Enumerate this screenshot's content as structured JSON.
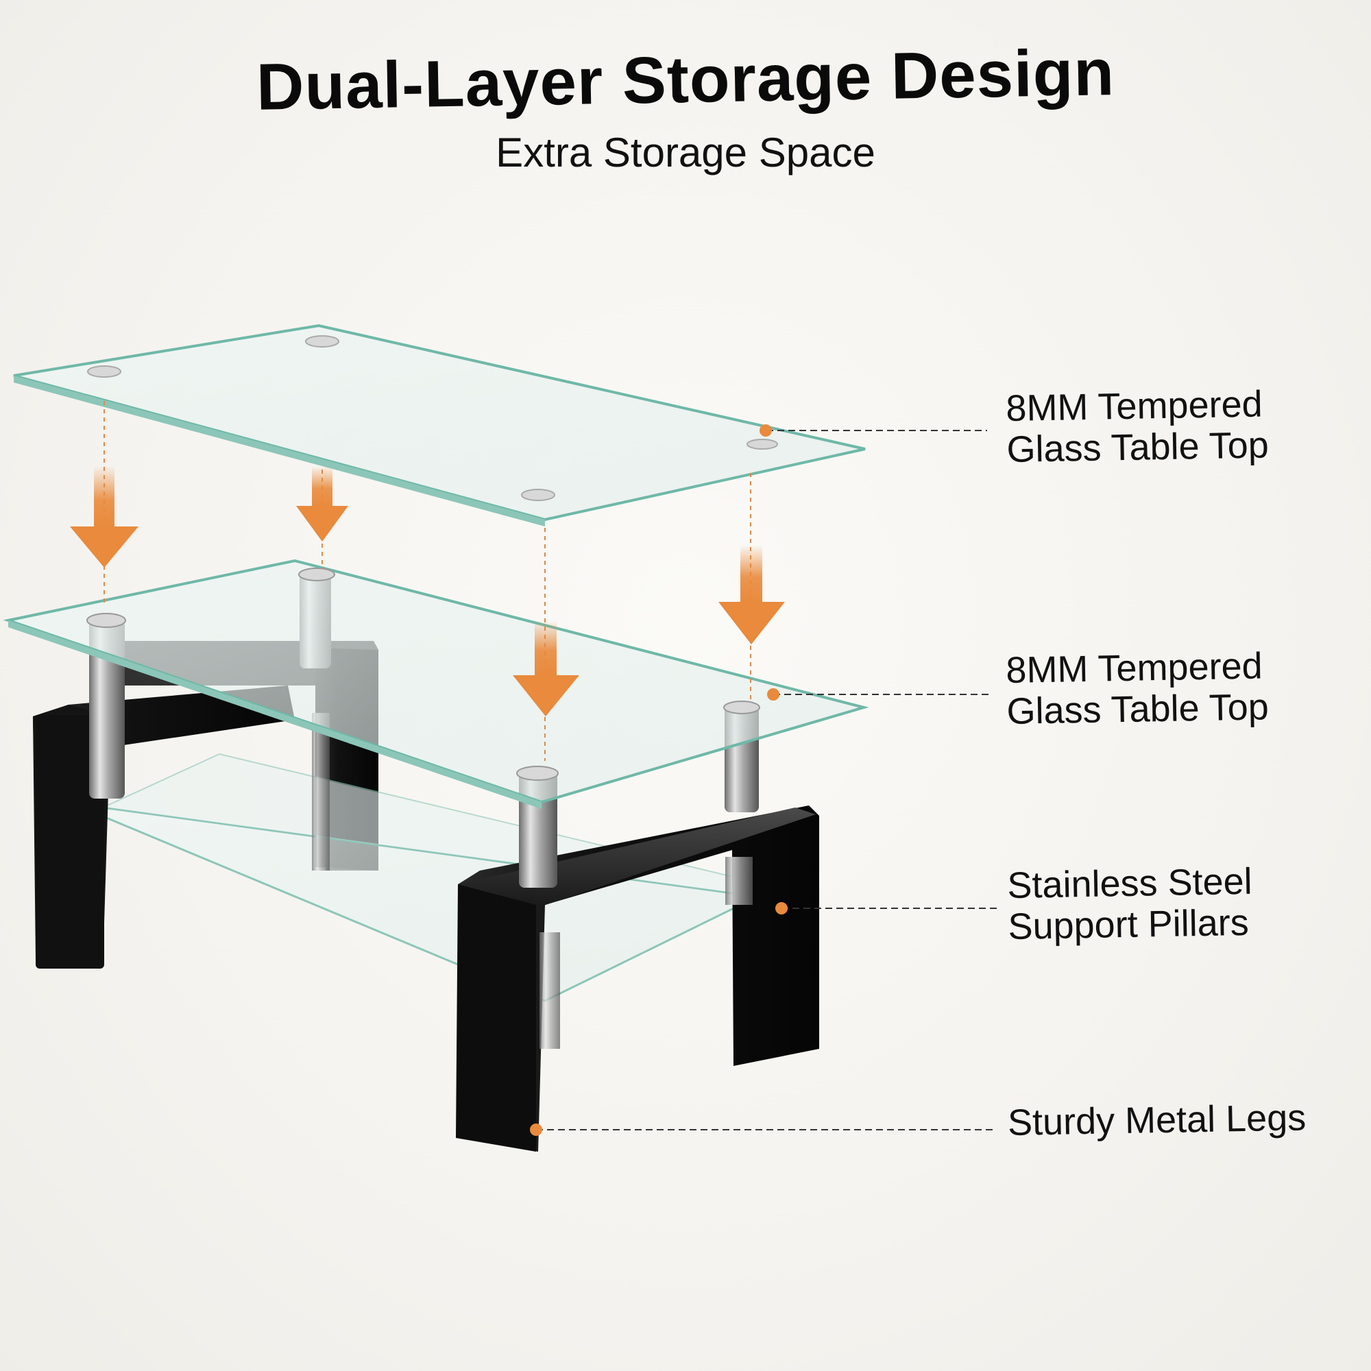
{
  "heading": {
    "title": "Dual-Layer Storage Design",
    "subtitle": "Extra Storage Space"
  },
  "callouts": [
    {
      "line1": "8MM Tempered",
      "line2": "Glass Table Top"
    },
    {
      "line1": "8MM Tempered",
      "line2": "Glass Table Top"
    },
    {
      "line1": "Stainless Steel",
      "line2": "Support Pillars"
    },
    {
      "line1": "Sturdy Metal Legs"
    }
  ],
  "colors": {
    "accent_arrow": "#e98a3c",
    "leg_black": "#151515",
    "glass_edge": "#6fb8a8",
    "background": "#f7f5f2"
  },
  "icons": [
    "down-arrow-icon",
    "callout-dot-icon"
  ]
}
